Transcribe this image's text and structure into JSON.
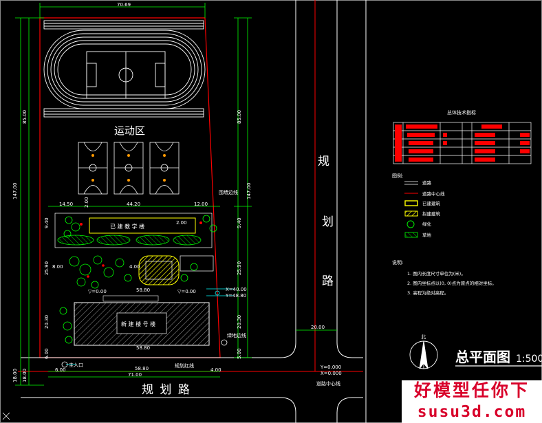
{
  "dimensions": {
    "top_width": "70.69",
    "left_total": "147.00",
    "right_total": "147.00",
    "left_upper": "85.00",
    "right_upper": "85.00",
    "seg_14": "14.50",
    "seg_44": "44.20",
    "seg_12": "12.00",
    "seg_940_l": "9.40",
    "seg_940_r": "9.40",
    "seg_2590_l": "25.90",
    "seg_2590_r": "25.90",
    "seg_2030_l": "20.30",
    "seg_2030_r": "20.30",
    "seg_800": "8.00",
    "seg_400": "4.00",
    "seg_2000": "2.00",
    "seg_200b": "2.00",
    "seg_5880_a": "58.80",
    "seg_5880_b": "58.80",
    "seg_5880_c": "58.80",
    "seg_600_l": "6.00",
    "seg_500_r": "5.00",
    "seg_1800_a": "18.00",
    "seg_1800_b": "18.00",
    "bottom_width": "71.00",
    "seg_600_b": "6.00",
    "seg_400_b": "4.00",
    "road_w": "20.00",
    "elev_a": "▽=0.00",
    "elev_b": "▽=0.00",
    "y_coord": "Y=0.000",
    "x_coord": "X=0.000",
    "coord_right": "X=40.00",
    "coord_right2": "Y=48.80"
  },
  "labels": {
    "sports_area": "运动区",
    "existing_teaching": "已 建 教 学 楼",
    "new_building": "新 建 楼 号 楼",
    "road_bottom": "规  划  路",
    "road_right_1": "规",
    "road_right_2": "划",
    "road_right_3": "路",
    "main_entrance": "主入口",
    "road_center_label": "道路中心线",
    "planning_red_line": "规划红线",
    "road_center_bottom": "道路中心线",
    "wall_label": "围墙边线",
    "green_label": "绿地边线",
    "north": "北"
  },
  "table": {
    "title": "总体技术指标"
  },
  "legend": {
    "title": "图例:",
    "items": [
      {
        "label": "道路",
        "style": "road"
      },
      {
        "label": "道路中心线",
        "style": "redline"
      },
      {
        "label": "已建建筑",
        "style": "yellowbox"
      },
      {
        "label": "拟建建筑",
        "style": "hatch"
      },
      {
        "label": "绿化",
        "style": "tree"
      },
      {
        "label": "草地",
        "style": "grass"
      }
    ]
  },
  "notes": {
    "title": "说明:",
    "lines": [
      "1. 图内长度尺寸单位为(米)。",
      "2. 图内坐标点以(0, 0)点为原点的相对坐标。",
      "3. 高程为绝对高程。"
    ]
  },
  "drawing_title": "总平面图",
  "scale": "1:500",
  "watermark": {
    "line1": "好模型任你下",
    "line2": "susu3d.com"
  },
  "colors": {
    "background": "#000000",
    "line_white": "#ffffff",
    "line_red": "#ff0000",
    "line_green": "#00ff00",
    "line_yellow": "#ffff00",
    "line_cyan": "#00ffff",
    "watermark": "#d8002a"
  }
}
